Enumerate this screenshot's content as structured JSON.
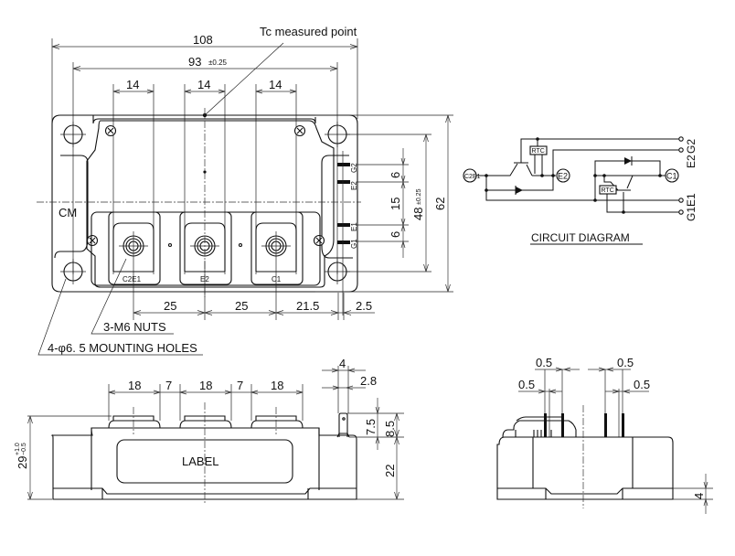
{
  "top_view": {
    "overall_width": "108",
    "hole_pitch": "93",
    "hole_pitch_tol": "±0.25",
    "terminal_widths": [
      "14",
      "14",
      "14"
    ],
    "tc_note": "Tc measured point",
    "brand_mark": "CM",
    "terminals": [
      "C2E1",
      "E2",
      "C1"
    ],
    "signal_pins": [
      "G2",
      "E2",
      "E1",
      "G1"
    ],
    "pin_pitch_dims": [
      "6",
      "15",
      "6"
    ],
    "inner_height": "48",
    "inner_height_tol": "±0.25",
    "overall_height": "62",
    "bottom_dims": [
      "25",
      "25",
      "21.5",
      "2.5"
    ],
    "note_nuts": "3-M6 NUTS",
    "note_holes": "4-φ6. 5 MOUNTING HOLES"
  },
  "side_view": {
    "terminal_dims": [
      "18",
      "7",
      "18",
      "7",
      "18"
    ],
    "label": "LABEL",
    "height": "29",
    "height_tol_plus": "+1.0",
    "height_tol_minus": "−0.5",
    "pin_dims": [
      "4",
      "2.8"
    ],
    "pin_heights": [
      "7.5",
      "8.5",
      "22"
    ]
  },
  "end_view": {
    "pin_dims": [
      "0.5",
      "0.5",
      "0.5",
      "0.5"
    ],
    "base_height": "4"
  },
  "circuit": {
    "title": "CIRCUIT DIAGRAM",
    "nodes": [
      "C2E1",
      "E2",
      "C1"
    ],
    "rtc_label": "RTC",
    "terminals": [
      "G2",
      "E2",
      "E1",
      "G1"
    ]
  }
}
